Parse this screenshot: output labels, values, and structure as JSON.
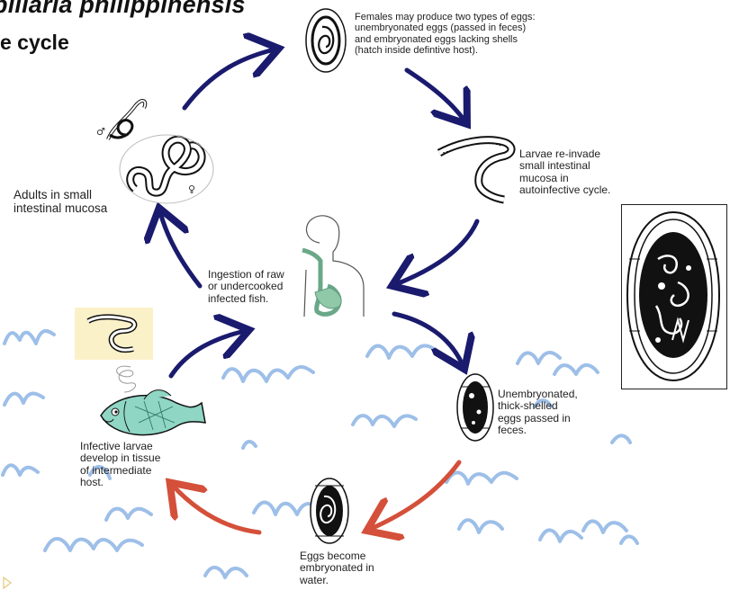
{
  "header": {
    "title": "pillaria philippinensis",
    "subtitle": "e cycle"
  },
  "labels": {
    "females_eggs": "Females may produce two types of eggs:\nunembryonated eggs (passed in feces)\nand embryonated eggs lacking shells\n(hatch inside defintive host).",
    "larvae_reinvade": "Larvae re-invade\nsmall intestinal\nmucosa in\nautoinfective cycle.",
    "adults": "Adults in small\nintestinal mucosa",
    "ingestion": "Ingestion of raw\nor undercooked\ninfected fish.",
    "unembryonated": "Unembryonated,\nthick-shelled\neggs passed in\nfeces.",
    "infective_larvae": "Infective larvae\ndevelop in tissue\nof intermediate\nhost.",
    "eggs_embryonated": "Eggs become\nembryonated in\nwater.",
    "male_symbol": "♂",
    "female_symbol": "♀"
  },
  "colors": {
    "arrow_blue": "#1a1a6e",
    "arrow_red": "#d4503a",
    "water": "#9dbfe8",
    "fish_fill": "#8fd6c4",
    "digestive": "#8fc9a8",
    "highlight_box": "#fbf1c8"
  },
  "icons": [
    "adult-worms-icon",
    "egg-embryonated-icon",
    "larva-icon",
    "human-digestive-icon",
    "egg-unembryonated-icon",
    "fish-icon",
    "egg-water-icon",
    "egg-zoom-icon",
    "play-icon"
  ]
}
